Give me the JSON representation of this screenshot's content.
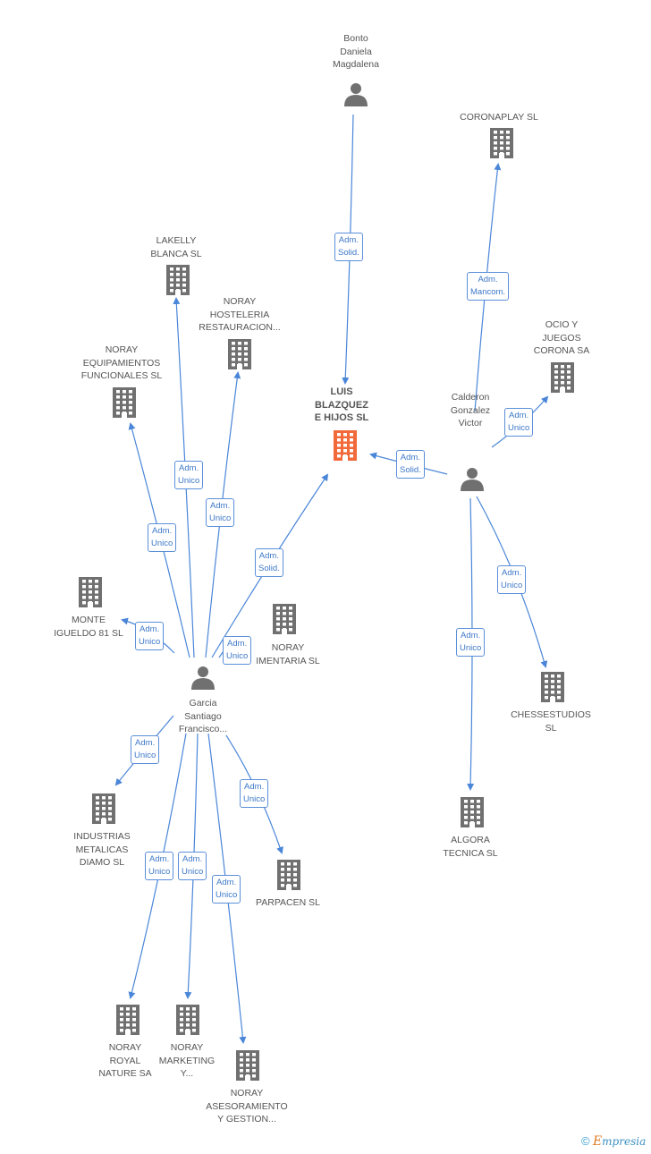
{
  "colors": {
    "edge": "#4a86d8",
    "node_gray": "#707070",
    "node_main": "#f26a3a",
    "badge_border": "#5b8fd9"
  },
  "nodes": {
    "bonto": {
      "lines": [
        "Bonto",
        "Daniela",
        "Magdalena"
      ],
      "icon": "person-icon"
    },
    "coronaplay": {
      "lines": [
        "CORONAPLAY SL"
      ],
      "icon": "building-icon"
    },
    "ocio": {
      "lines": [
        "OCIO Y",
        "JUEGOS",
        "CORONA SA"
      ],
      "icon": "building-icon"
    },
    "lakelly": {
      "lines": [
        "LAKELLY",
        "BLANCA SL"
      ],
      "icon": "building-icon"
    },
    "hosteleria": {
      "lines": [
        "NORAY",
        "HOSTELERIA",
        "RESTAURACION..."
      ],
      "icon": "building-icon"
    },
    "equipamientos": {
      "lines": [
        "NORAY",
        "EQUIPAMIENTOS",
        "FUNCIONALES SL"
      ],
      "icon": "building-icon"
    },
    "luis": {
      "lines": [
        "LUIS",
        "BLAZQUEZ",
        "E HIJOS SL"
      ],
      "icon": "building-icon"
    },
    "calderon": {
      "lines": [
        "Calderon",
        "Gonzalez",
        "Victor"
      ],
      "icon": "person-icon"
    },
    "monte": {
      "lines": [
        "MONTE",
        "IGUELDO 81 SL"
      ],
      "icon": "building-icon"
    },
    "alimentaria": {
      "lines": [
        "NORAY",
        "IMENTARIA SL"
      ],
      "icon": "building-icon"
    },
    "garcia": {
      "lines": [
        "Garcia",
        "Santiago",
        "Francisco..."
      ],
      "icon": "person-icon"
    },
    "chessestudios": {
      "lines": [
        "CHESSESTUDIOS",
        "SL"
      ],
      "icon": "building-icon"
    },
    "industrias": {
      "lines": [
        "INDUSTRIAS",
        "METALICAS",
        "DIAMO SL"
      ],
      "icon": "building-icon"
    },
    "algora": {
      "lines": [
        "ALGORA",
        "TECNICA  SL"
      ],
      "icon": "building-icon"
    },
    "parpacen": {
      "lines": [
        "PARPACEN SL"
      ],
      "icon": "building-icon"
    },
    "royal": {
      "lines": [
        "NORAY",
        "ROYAL",
        "NATURE SA"
      ],
      "icon": "building-icon"
    },
    "marketing": {
      "lines": [
        "NORAY",
        "MARKETING",
        "Y..."
      ],
      "icon": "building-icon"
    },
    "asesoramiento": {
      "lines": [
        "NORAY",
        "ASESORAMIENTO",
        "Y GESTION..."
      ],
      "icon": "building-icon"
    }
  },
  "edges": [
    {
      "from": "bonto",
      "to": "luis",
      "label": [
        "Adm.",
        "Solid."
      ]
    },
    {
      "from": "calderon",
      "to": "coronaplay",
      "label": [
        "Adm.",
        "Mancom."
      ]
    },
    {
      "from": "calderon",
      "to": "ocio",
      "label": [
        "Adm.",
        "Unico"
      ]
    },
    {
      "from": "calderon",
      "to": "luis",
      "label": [
        "Adm.",
        "Solid."
      ]
    },
    {
      "from": "calderon",
      "to": "chessestudios",
      "label": [
        "Adm.",
        "Unico"
      ]
    },
    {
      "from": "calderon",
      "to": "algora",
      "label": [
        "Adm.",
        "Unico"
      ]
    },
    {
      "from": "garcia",
      "to": "lakelly",
      "label": [
        "Adm.",
        "Unico"
      ]
    },
    {
      "from": "garcia",
      "to": "hosteleria",
      "label": [
        "Adm.",
        "Unico"
      ]
    },
    {
      "from": "garcia",
      "to": "equipamientos",
      "label": [
        "Adm.",
        "Unico"
      ]
    },
    {
      "from": "garcia",
      "to": "luis",
      "label": [
        "Adm.",
        "Solid."
      ]
    },
    {
      "from": "garcia",
      "to": "monte",
      "label": [
        "Adm.",
        "Unico"
      ]
    },
    {
      "from": "garcia",
      "to": "alimentaria",
      "label": [
        "Adm.",
        "Unico"
      ]
    },
    {
      "from": "garcia",
      "to": "industrias",
      "label": [
        "Adm.",
        "Unico"
      ]
    },
    {
      "from": "garcia",
      "to": "parpacen",
      "label": [
        "Adm.",
        "Unico"
      ]
    },
    {
      "from": "garcia",
      "to": "royal",
      "label": [
        "Adm.",
        "Unico"
      ]
    },
    {
      "from": "garcia",
      "to": "marketing",
      "label": [
        "Adm.",
        "Unico"
      ]
    },
    {
      "from": "garcia",
      "to": "asesoramiento",
      "label": [
        "Adm.",
        "Unico"
      ]
    }
  ],
  "footer": {
    "copyright": "©",
    "brand_initial": "E",
    "brand_rest": "mpresia"
  }
}
